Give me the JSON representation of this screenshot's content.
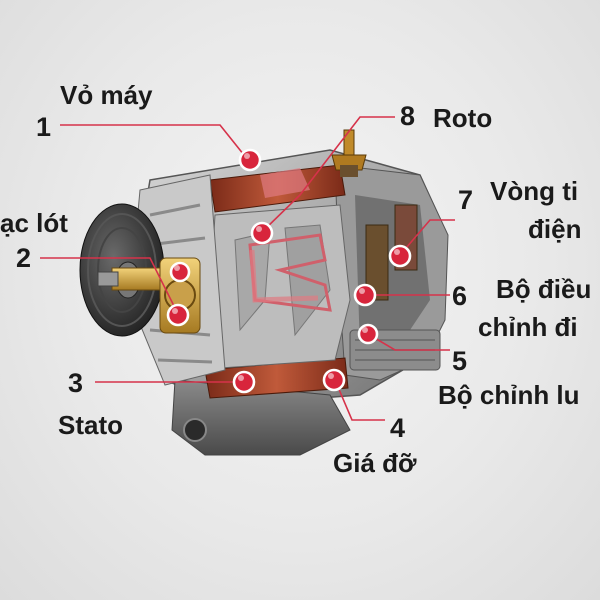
{
  "parts": [
    {
      "number": "1",
      "name": "Vỏ máy"
    },
    {
      "number": "2",
      "name": "ạc lót"
    },
    {
      "number": "3",
      "name": "Stato"
    },
    {
      "number": "4",
      "name": "Giá đỡ"
    },
    {
      "number": "5",
      "name": "Bộ chỉnh lu"
    },
    {
      "number": "6",
      "name": "Bộ điều",
      "name_line2": "chỉnh đi"
    },
    {
      "number": "7",
      "name": "Vòng ti",
      "name_line2": "điện"
    },
    {
      "number": "8",
      "name": "Roto"
    }
  ],
  "colors": {
    "marker": "#d8253c",
    "callout_line": "#d6324a",
    "label_text": "#1a1a1a",
    "background": "#e9e9e9"
  }
}
